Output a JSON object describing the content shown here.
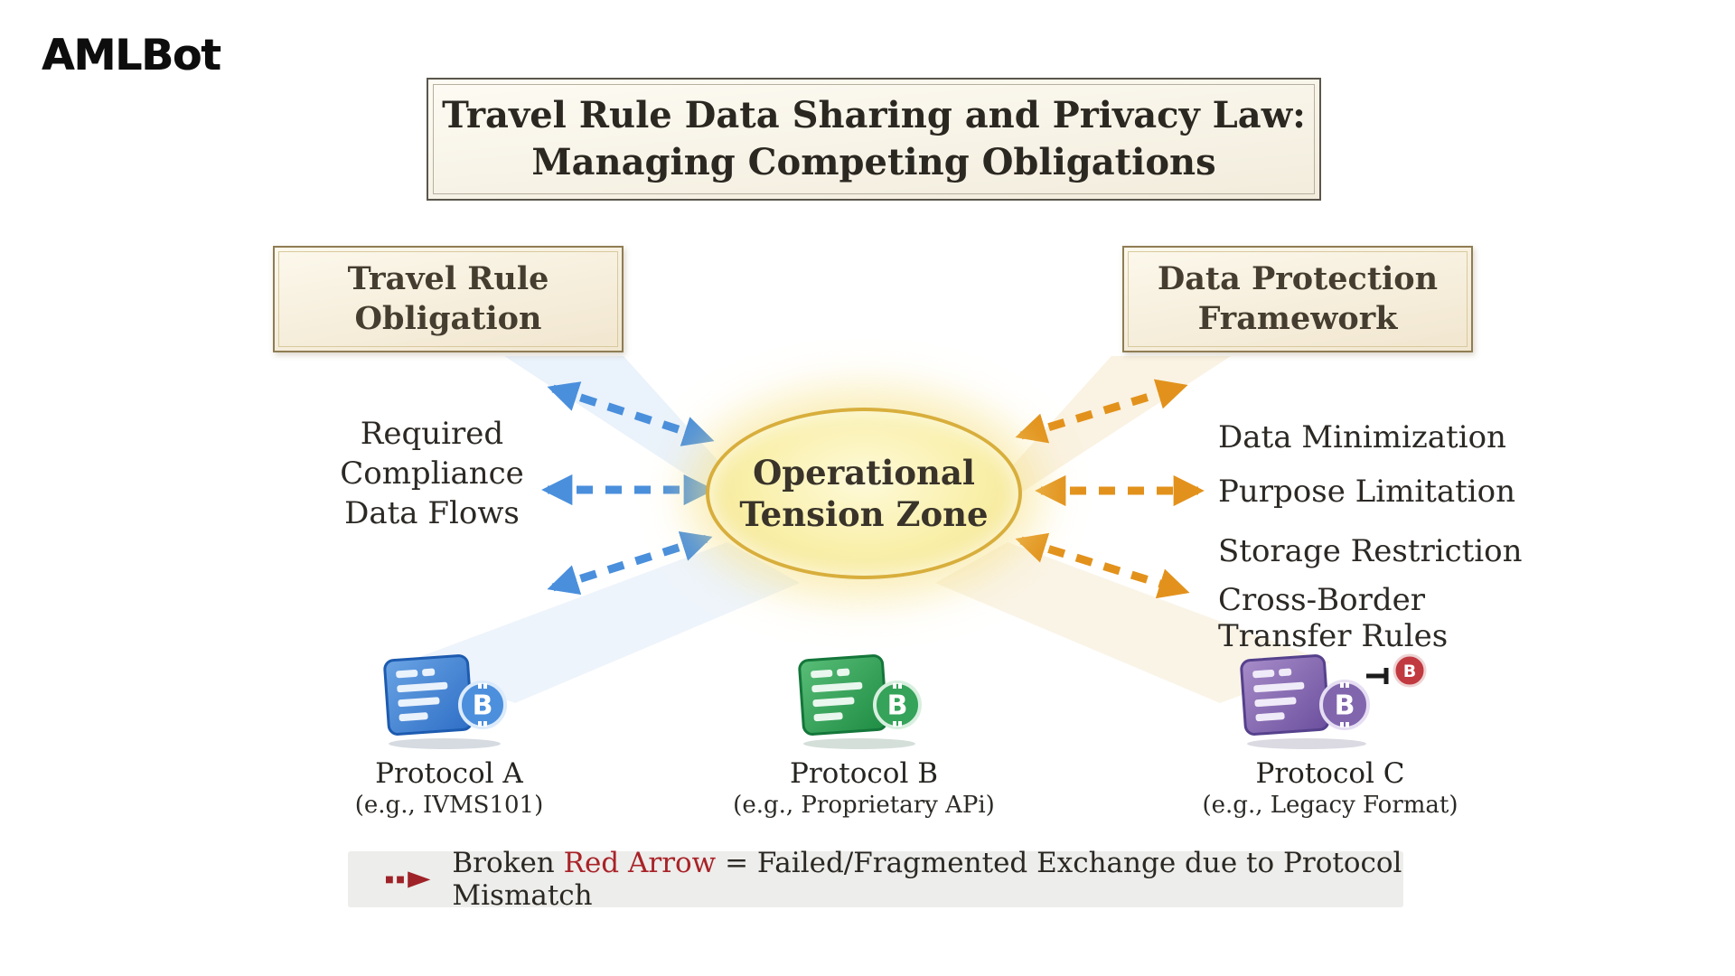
{
  "logo": "AMLBot",
  "title": {
    "line1": "Travel Rule Data Sharing and Privacy Law:",
    "line2": "Managing Competing Obligations"
  },
  "left_box": {
    "line1": "Travel Rule",
    "line2": "Obligation"
  },
  "right_box": {
    "line1": "Data Protection",
    "line2": "Framework"
  },
  "center_zone": {
    "line1": "Operational",
    "line2": "Tension Zone"
  },
  "left_label": "Required\nCompliance\nData Flows",
  "right_labels": [
    "Data Minimization",
    "Purpose Limitation",
    "Storage Restriction",
    "Cross-Border\nTransfer Rules"
  ],
  "protocols": [
    {
      "name": "Protocol A",
      "example": "(e.g., IVMS101)",
      "icon": "document-bitcoin-blue",
      "color": "#2e6ec6"
    },
    {
      "name": "Protocol B",
      "example": "(e.g., Proprietary APi)",
      "icon": "document-bitcoin-green",
      "color": "#1e8c43"
    },
    {
      "name": "Protocol C",
      "example": "(e.g., Legacy Format)",
      "icon": "document-bitcoin-purple-broken",
      "color": "#6b4f9e"
    }
  ],
  "legend": {
    "prefix": "Broken ",
    "highlight": "Red Arrow",
    "suffix": " = Failed/Fragmented Exchange due to Protocol Mismatch"
  },
  "icons": {
    "bitcoin_glyph": "B"
  },
  "colors": {
    "blue_arrow": "#4a8fdc",
    "orange_arrow": "#e2921c",
    "legend_red": "#9e2227",
    "tension_border": "#d8ae3c",
    "box_border": "#8f7d54"
  }
}
